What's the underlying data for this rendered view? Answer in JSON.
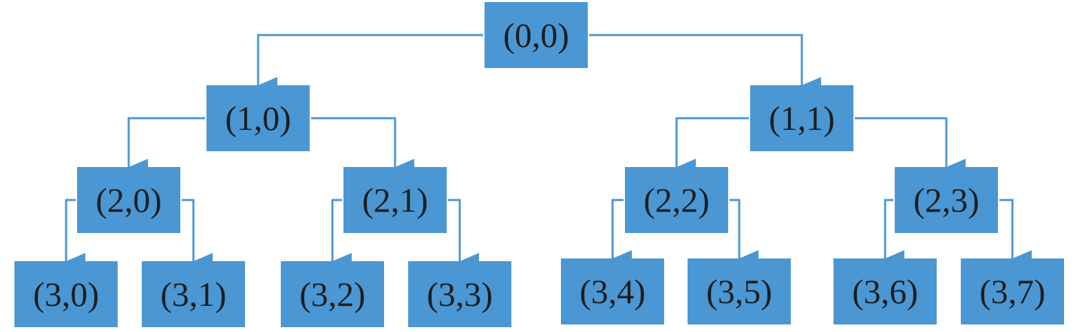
{
  "diagram": {
    "node_color": "#4a97d4",
    "edge_color": "#4a97d4",
    "text_color": "#1e1e1e",
    "nodes": [
      {
        "id": "0-0",
        "label": "(0,0)"
      },
      {
        "id": "1-0",
        "label": "(1,0)"
      },
      {
        "id": "1-1",
        "label": "(1,1)"
      },
      {
        "id": "2-0",
        "label": "(2,0)"
      },
      {
        "id": "2-1",
        "label": "(2,1)"
      },
      {
        "id": "2-2",
        "label": "(2,2)"
      },
      {
        "id": "2-3",
        "label": "(2,3)"
      },
      {
        "id": "3-0",
        "label": "(3,0)"
      },
      {
        "id": "3-1",
        "label": "(3,1)"
      },
      {
        "id": "3-2",
        "label": "(3,2)"
      },
      {
        "id": "3-3",
        "label": "(3,3)"
      },
      {
        "id": "3-4",
        "label": "(3,4)"
      },
      {
        "id": "3-5",
        "label": "(3,5)"
      },
      {
        "id": "3-6",
        "label": "(3,6)"
      },
      {
        "id": "3-7",
        "label": "(3,7)"
      }
    ],
    "edges": [
      {
        "from": "0-0",
        "to": "1-0"
      },
      {
        "from": "0-0",
        "to": "1-1"
      },
      {
        "from": "1-0",
        "to": "2-0"
      },
      {
        "from": "1-0",
        "to": "2-1"
      },
      {
        "from": "1-1",
        "to": "2-2"
      },
      {
        "from": "1-1",
        "to": "2-3"
      },
      {
        "from": "2-0",
        "to": "3-0"
      },
      {
        "from": "2-0",
        "to": "3-1"
      },
      {
        "from": "2-1",
        "to": "3-2"
      },
      {
        "from": "2-1",
        "to": "3-3"
      },
      {
        "from": "2-2",
        "to": "3-4"
      },
      {
        "from": "2-2",
        "to": "3-5"
      },
      {
        "from": "2-3",
        "to": "3-6"
      },
      {
        "from": "2-3",
        "to": "3-7"
      }
    ]
  }
}
